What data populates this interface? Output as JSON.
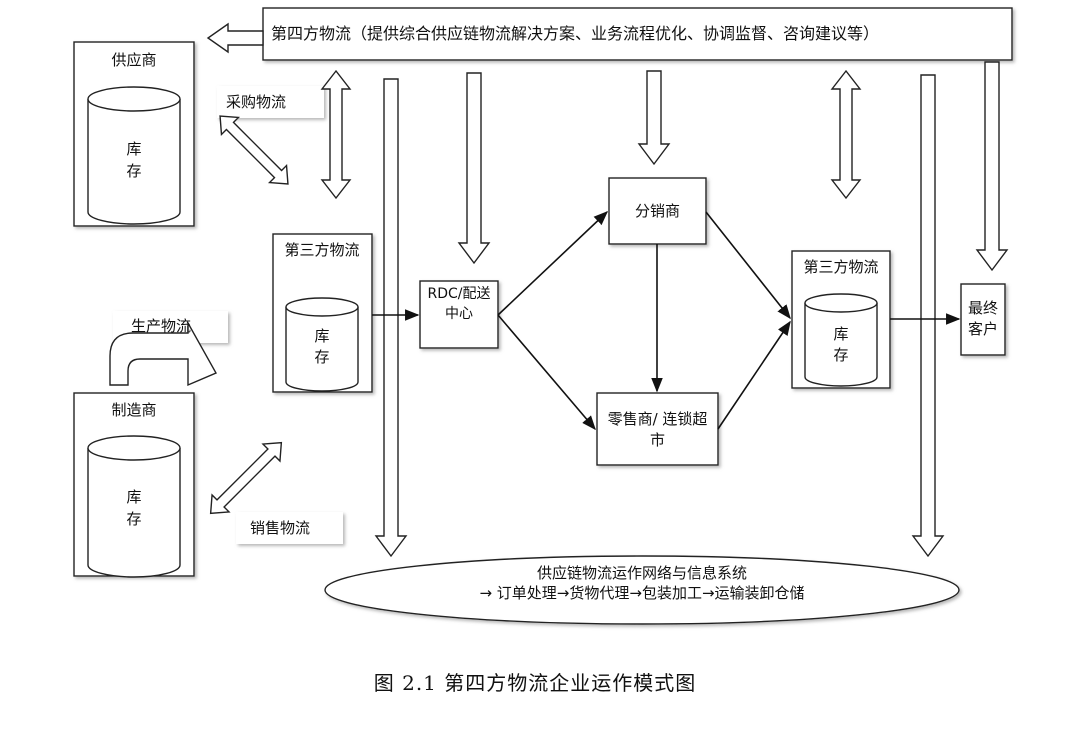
{
  "header": "第四方物流（提供综合供应链物流解决方案、业务流程优化、协调监督、咨询建议等）",
  "supplier": {
    "title": "供应商",
    "inventory": "库存"
  },
  "manufacturer": {
    "title": "制造商",
    "inventory": "库存"
  },
  "procurement_flow": "采购物流",
  "production_flow": "生产物流",
  "sales_flow": "销售物流",
  "tpl_left": {
    "title": "第三方物流",
    "inventory": "库存"
  },
  "tpl_right": {
    "title": "第三方物流",
    "inventory": "库存"
  },
  "rdc": "RDC/配送中心",
  "distributor": "分销商",
  "retailer": "零售商/ 连锁超市",
  "final_customer": "最终客户",
  "network": {
    "title": "供应链物流运作网络与信息系统",
    "steps": "→ 订单处理→货物代理→包装加工→运输装卸仓储"
  },
  "caption": "图 2.1 第四方物流企业运作模式图"
}
